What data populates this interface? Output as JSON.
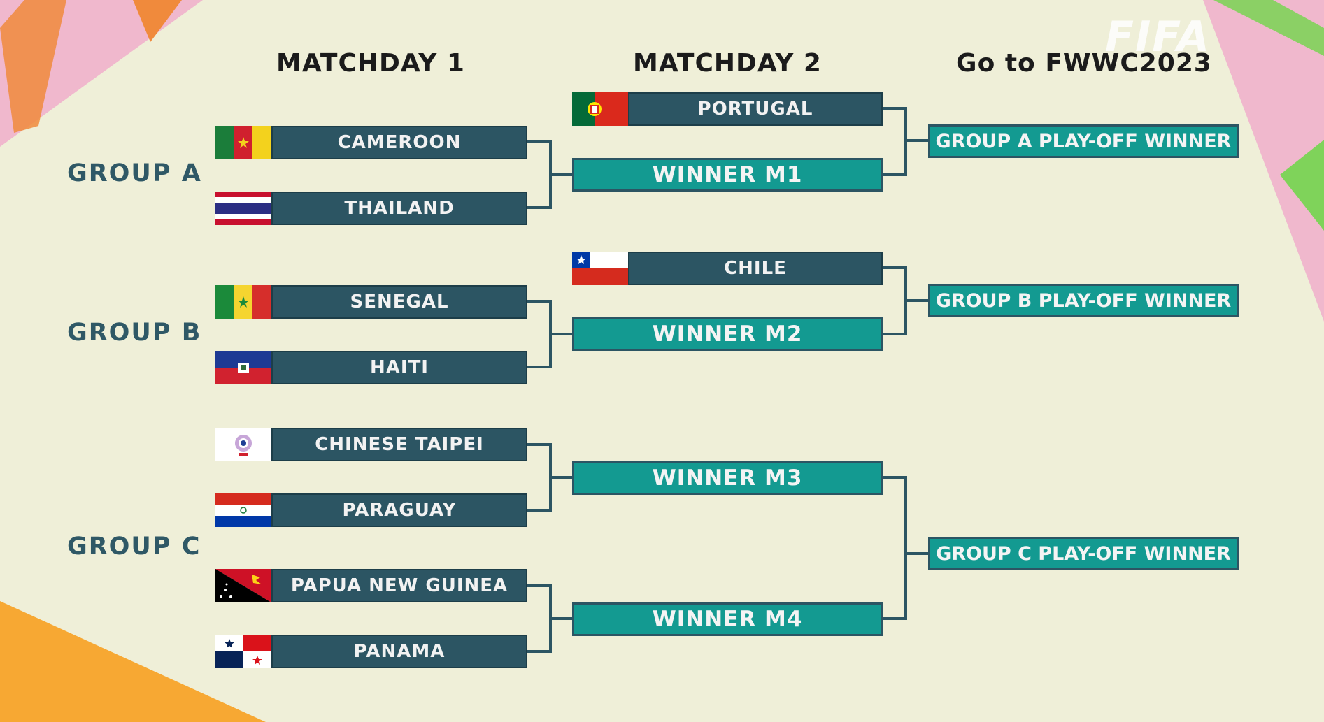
{
  "logo": {
    "text": "FIFA"
  },
  "columns": {
    "matchday1": "MATCHDAY 1",
    "matchday2": "MATCHDAY 2",
    "qualify": "Go to FWWC2023"
  },
  "groups": {
    "a": "GROUP A",
    "b": "GROUP B",
    "c": "GROUP C"
  },
  "matchday1_teams": {
    "cameroon": "CAMEROON",
    "thailand": "THAILAND",
    "senegal": "SENEGAL",
    "haiti": "HAITI",
    "chinese_taipei": "CHINESE TAIPEI",
    "paraguay": "PARAGUAY",
    "papua_new_guinea": "PAPUA NEW GUINEA",
    "panama": "PANAMA"
  },
  "matchday2": {
    "portugal": "PORTUGAL",
    "winner_m1": "WINNER M1",
    "chile": "CHILE",
    "winner_m2": "WINNER M2",
    "winner_m3": "WINNER M3",
    "winner_m4": "WINNER M4"
  },
  "qualifiers": {
    "group_a": "GROUP A PLAY-OFF WINNER",
    "group_b": "GROUP B PLAY-OFF WINNER",
    "group_c": "GROUP C PLAY-OFF WINNER"
  },
  "colors": {
    "background": "#efefd8",
    "team_bar": "#2c5563",
    "winner_box": "#139a91",
    "group_label": "#2f5866",
    "accent_pink": "#f0b8cd",
    "accent_orange": "#f08a3c",
    "accent_yellow": "#f7a833",
    "accent_green": "#7fd35a"
  }
}
